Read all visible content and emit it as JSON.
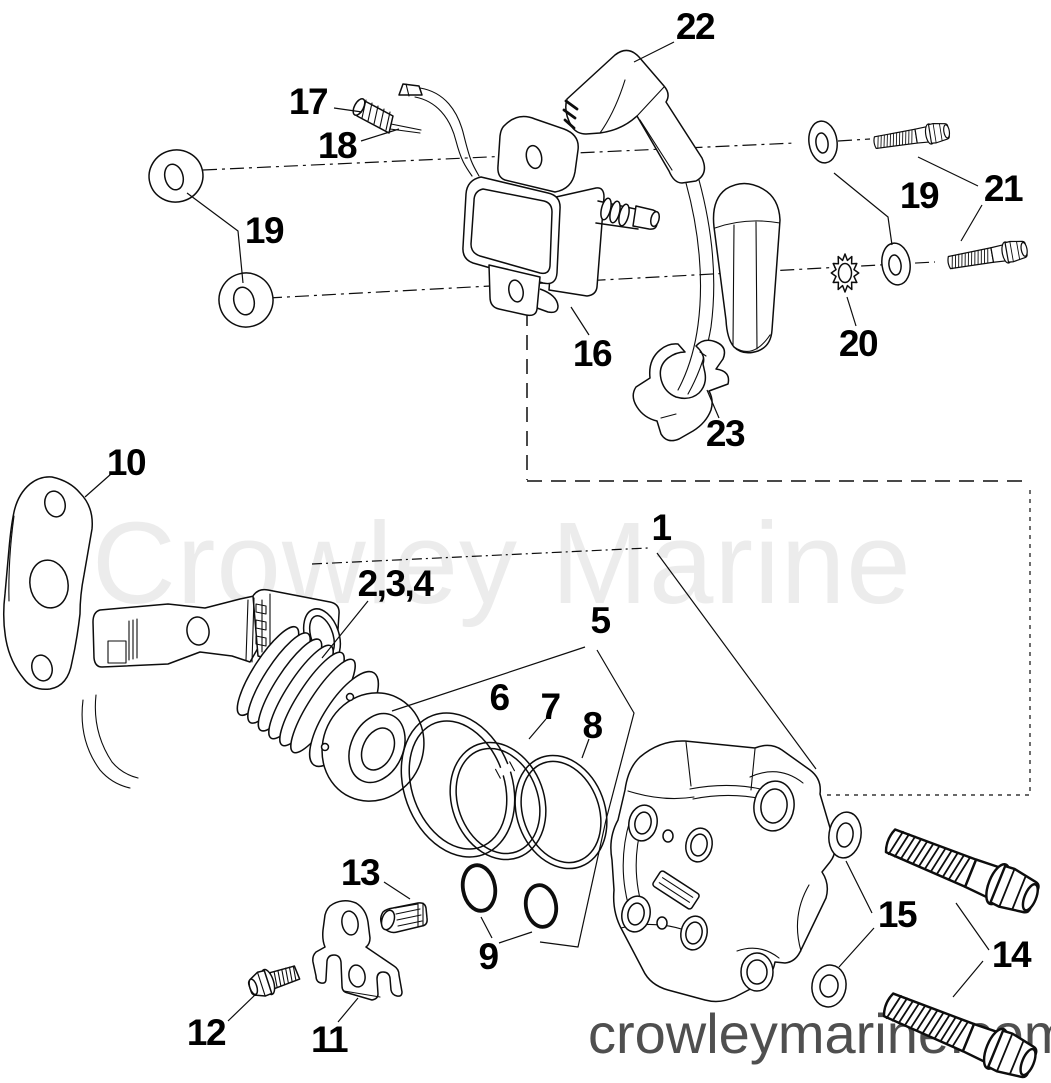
{
  "page": {
    "background_color": "#ffffff",
    "line_color": "#0d0d0d"
  },
  "watermarks": {
    "center": "Crowley Marine",
    "center_color": "#ececec",
    "bottom": "crowleymarine.com",
    "bottom_color": "#4f4f4f"
  },
  "callouts": [
    {
      "text": "22"
    },
    {
      "text": "17"
    },
    {
      "text": "18"
    },
    {
      "text": "19"
    },
    {
      "text": "19"
    },
    {
      "text": "21"
    },
    {
      "text": "20"
    },
    {
      "text": "16"
    },
    {
      "text": "23"
    },
    {
      "text": "10"
    },
    {
      "text": "1"
    },
    {
      "text": "2,3,4"
    },
    {
      "text": "5"
    },
    {
      "text": "6"
    },
    {
      "text": "7"
    },
    {
      "text": "8"
    },
    {
      "text": "15"
    },
    {
      "text": "14"
    },
    {
      "text": "13"
    },
    {
      "text": "9"
    },
    {
      "text": "12"
    },
    {
      "text": "11"
    }
  ]
}
